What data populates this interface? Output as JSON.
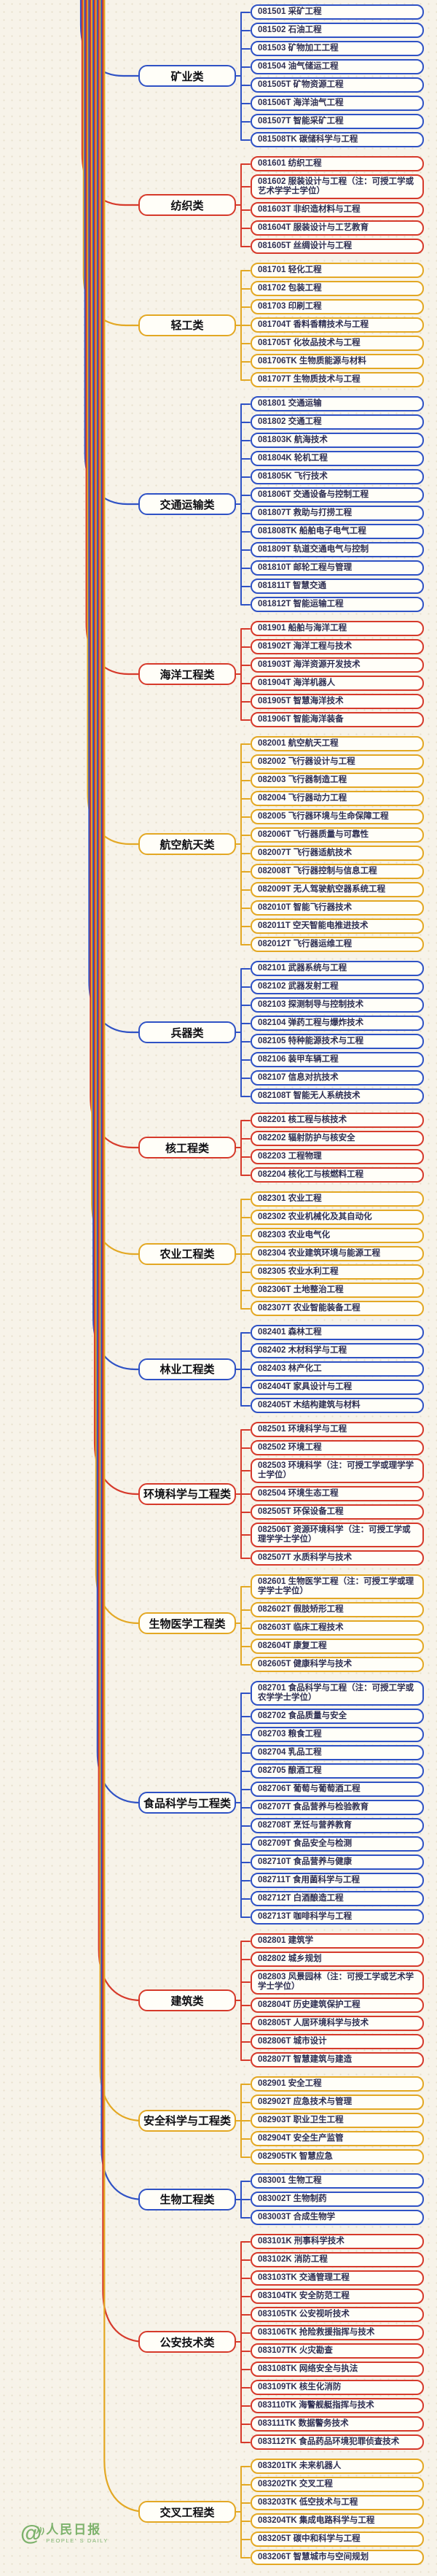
{
  "palette": {
    "blue": "#2f52c5",
    "red": "#d63a2b",
    "yellow": "#e3a824",
    "background": "#f7f3e9",
    "pill_fill": "#fffef8",
    "pill_text": "#2e2e52",
    "category_text": "#0e0e12",
    "watermark_green": "#7db26c"
  },
  "watermark": {
    "logo": "@",
    "cn": "人民日报",
    "en": "PEOPLE' S DAILY"
  },
  "categories": [
    {
      "label": "矿业类",
      "color": "blue",
      "items": [
        "081501 采矿工程",
        "081502 石油工程",
        "081503 矿物加工工程",
        "081504 油气储运工程",
        "081505T 矿物资源工程",
        "081506T 海洋油气工程",
        "081507T 智能采矿工程",
        "081508TK 碳储科学与工程"
      ]
    },
    {
      "label": "纺织类",
      "color": "red",
      "items": [
        "081601 纺织工程",
        "081602 服装设计与工程（注：可授工学或艺术学学士学位）",
        "081603T 非织造材料与工程",
        "081604T 服装设计与工艺教育",
        "081605T 丝绸设计与工程"
      ]
    },
    {
      "label": "轻工类",
      "color": "yellow",
      "items": [
        "081701 轻化工程",
        "081702 包装工程",
        "081703 印刷工程",
        "081704T 香料香精技术与工程",
        "081705T 化妆品技术与工程",
        "081706TK 生物质能源与材料",
        "081707T 生物质技术与工程"
      ]
    },
    {
      "label": "交通运输类",
      "color": "blue",
      "items": [
        "081801 交通运输",
        "081802 交通工程",
        "081803K 航海技术",
        "081804K 轮机工程",
        "081805K 飞行技术",
        "081806T 交通设备与控制工程",
        "081807T 救助与打捞工程",
        "081808TK 船舶电子电气工程",
        "081809T 轨道交通电气与控制",
        "081810T 邮轮工程与管理",
        "081811T 智慧交通",
        "081812T 智能运输工程"
      ]
    },
    {
      "label": "海洋工程类",
      "color": "red",
      "items": [
        "081901 船舶与海洋工程",
        "081902T 海洋工程与技术",
        "081903T 海洋资源开发技术",
        "081904T 海洋机器人",
        "081905T 智慧海洋技术",
        "081906T 智能海洋装备"
      ]
    },
    {
      "label": "航空航天类",
      "color": "yellow",
      "items": [
        "082001 航空航天工程",
        "082002 飞行器设计与工程",
        "082003 飞行器制造工程",
        "082004 飞行器动力工程",
        "082005 飞行器环境与生命保障工程",
        "082006T 飞行器质量与可靠性",
        "082007T 飞行器适航技术",
        "082008T 飞行器控制与信息工程",
        "082009T 无人驾驶航空器系统工程",
        "082010T 智能飞行器技术",
        "082011T 空天智能电推进技术",
        "082012T 飞行器运维工程"
      ]
    },
    {
      "label": "兵器类",
      "color": "blue",
      "items": [
        "082101 武器系统与工程",
        "082102 武器发射工程",
        "082103 探测制导与控制技术",
        "082104 弹药工程与爆炸技术",
        "082105 特种能源技术与工程",
        "082106 装甲车辆工程",
        "082107 信息对抗技术",
        "082108T 智能无人系统技术"
      ]
    },
    {
      "label": "核工程类",
      "color": "red",
      "items": [
        "082201 核工程与核技术",
        "082202 辐射防护与核安全",
        "082203 工程物理",
        "082204 核化工与核燃料工程"
      ]
    },
    {
      "label": "农业工程类",
      "color": "yellow",
      "items": [
        "082301 农业工程",
        "082302 农业机械化及其自动化",
        "082303 农业电气化",
        "082304 农业建筑环境与能源工程",
        "082305 农业水利工程",
        "082306T 土地整治工程",
        "082307T 农业智能装备工程"
      ]
    },
    {
      "label": "林业工程类",
      "color": "blue",
      "items": [
        "082401 森林工程",
        "082402 木材科学与工程",
        "082403 林产化工",
        "082404T 家具设计与工程",
        "082405T 木结构建筑与材料"
      ]
    },
    {
      "label": "环境科学与工程类",
      "color": "red",
      "items": [
        "082501 环境科学与工程",
        "082502 环境工程",
        "082503 环境科学（注：可授工学或理学学士学位）",
        "082504 环境生态工程",
        "082505T 环保设备工程",
        "082506T 资源环境科学（注：可授工学或理学学士学位）",
        "082507T 水质科学与技术"
      ]
    },
    {
      "label": "生物医学工程类",
      "color": "yellow",
      "items": [
        "082601 生物医学工程（注：可授工学或理学学士学位）",
        "082602T 假肢矫形工程",
        "082603T 临床工程技术",
        "082604T 康复工程",
        "082605T 健康科学与技术"
      ]
    },
    {
      "label": "食品科学与工程类",
      "color": "blue",
      "items": [
        "082701 食品科学与工程（注：可授工学或农学学士学位）",
        "082702 食品质量与安全",
        "082703 粮食工程",
        "082704 乳品工程",
        "082705 酿酒工程",
        "082706T 葡萄与葡萄酒工程",
        "082707T 食品营养与检验教育",
        "082708T 烹饪与营养教育",
        "082709T 食品安全与检测",
        "082710T 食品营养与健康",
        "082711T 食用菌科学与工程",
        "082712T 白酒酿造工程",
        "082713T 咖啡科学与工程"
      ]
    },
    {
      "label": "建筑类",
      "color": "red",
      "items": [
        "082801 建筑学",
        "082802 城乡规划",
        "082803 风景园林（注：可授工学或艺术学学士学位）",
        "082804T 历史建筑保护工程",
        "082805T 人居环境科学与技术",
        "082806T 城市设计",
        "082807T 智慧建筑与建造"
      ]
    },
    {
      "label": "安全科学与工程类",
      "color": "yellow",
      "items": [
        "082901 安全工程",
        "082902T 应急技术与管理",
        "082903T 职业卫生工程",
        "082904T 安全生产监管",
        "082905TK 智慧应急"
      ]
    },
    {
      "label": "生物工程类",
      "color": "blue",
      "items": [
        "083001 生物工程",
        "083002T 生物制药",
        "083003T 合成生物学"
      ]
    },
    {
      "label": "公安技术类",
      "color": "red",
      "items": [
        "083101K 刑事科学技术",
        "083102K 消防工程",
        "083103TK 交通管理工程",
        "083104TK 安全防范工程",
        "083105TK 公安视听技术",
        "083106TK 抢险救援指挥与技术",
        "083107TK 火灾勘查",
        "083108TK 网络安全与执法",
        "083109TK 核生化消防",
        "083110TK 海警舰艇指挥与技术",
        "083111TK 数据警务技术",
        "083112TK 食品药品环境犯罪侦查技术"
      ]
    },
    {
      "label": "交叉工程类",
      "color": "yellow",
      "items": [
        "083201TK 未来机器人",
        "083202TK 交叉工程",
        "083203TK 低空技术与工程",
        "083204TK 集成电路科学与工程",
        "083205T 碳中和科学与工程",
        "083206T 智慧城市与空间规划"
      ]
    }
  ]
}
